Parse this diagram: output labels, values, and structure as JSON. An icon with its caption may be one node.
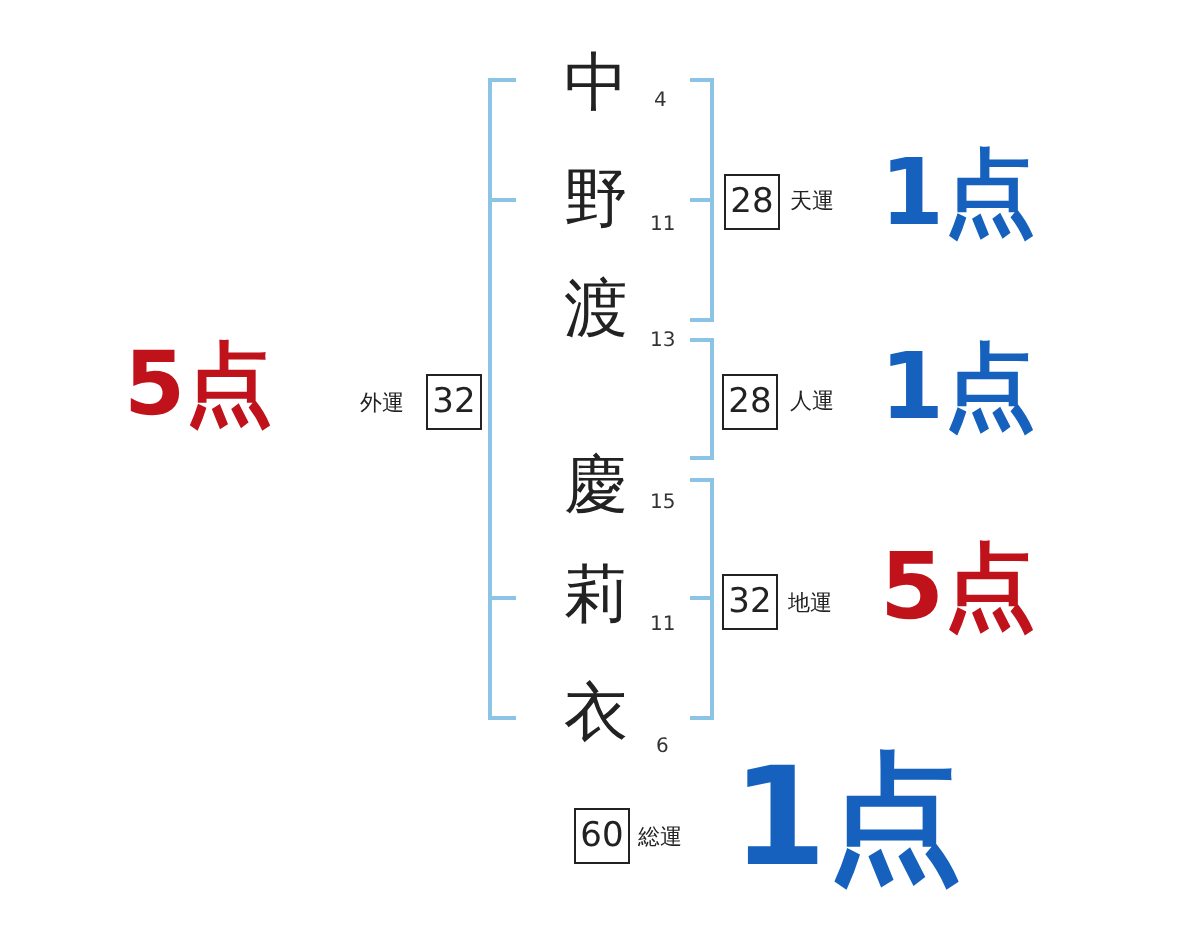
{
  "diagram": {
    "nodes": [
      {
        "text": [
          "28"
        ],
        "beside": [
          "天運",
          "1点"
        ]
      },
      {
        "text": [
          "32"
        ],
        "beside": [
          "外運",
          "5点"
        ]
      },
      {
        "text": [
          "28"
        ],
        "beside": [
          "人運",
          "1点"
        ]
      },
      {
        "text": [
          "32"
        ],
        "beside": [
          "地運",
          "5点"
        ]
      },
      {
        "text": [
          "60"
        ],
        "beside": [
          "総運",
          "1点"
        ]
      }
    ],
    "labels": [
      "中",
      "4",
      "野",
      "11",
      "渡",
      "13",
      "慶",
      "15",
      "莉",
      "11",
      "衣",
      "6"
    ]
  }
}
